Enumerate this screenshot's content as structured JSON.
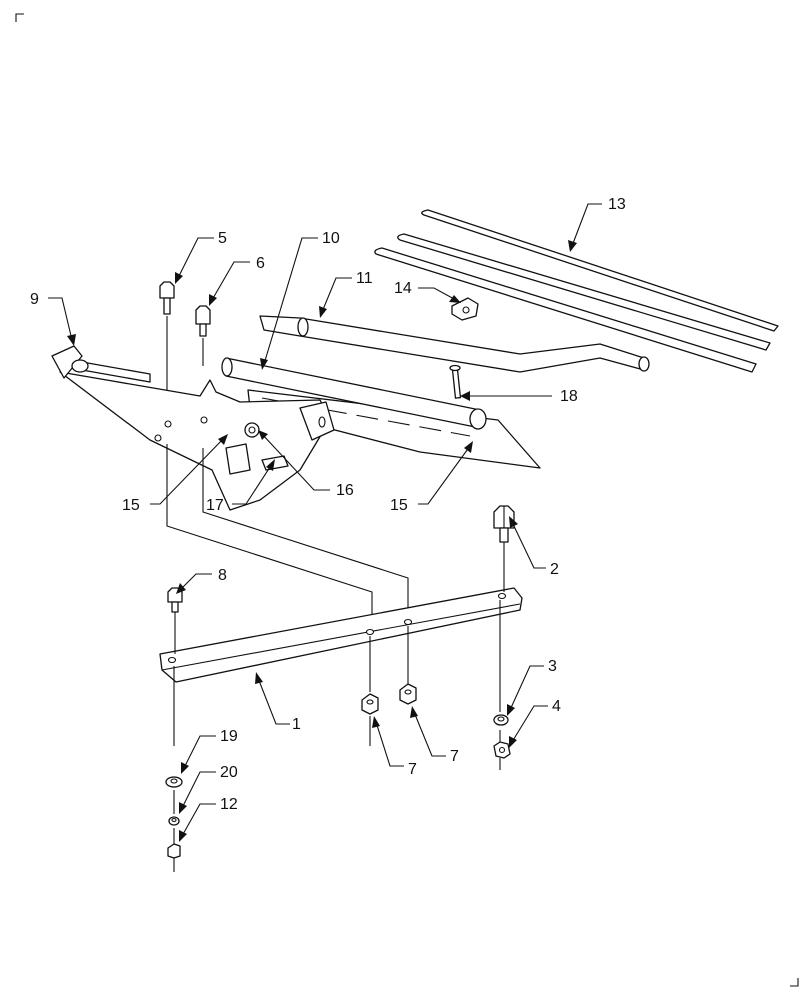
{
  "callouts": {
    "c1": "1",
    "c2": "2",
    "c3": "3",
    "c4": "4",
    "c5": "5",
    "c6": "6",
    "c7a": "7",
    "c7b": "7",
    "c8": "8",
    "c9": "9",
    "c10": "10",
    "c11": "11",
    "c12": "12",
    "c13": "13",
    "c14": "14",
    "c15a": "15",
    "c15b": "15",
    "c16": "16",
    "c17": "17",
    "c18": "18",
    "c19": "19",
    "c20": "20"
  }
}
